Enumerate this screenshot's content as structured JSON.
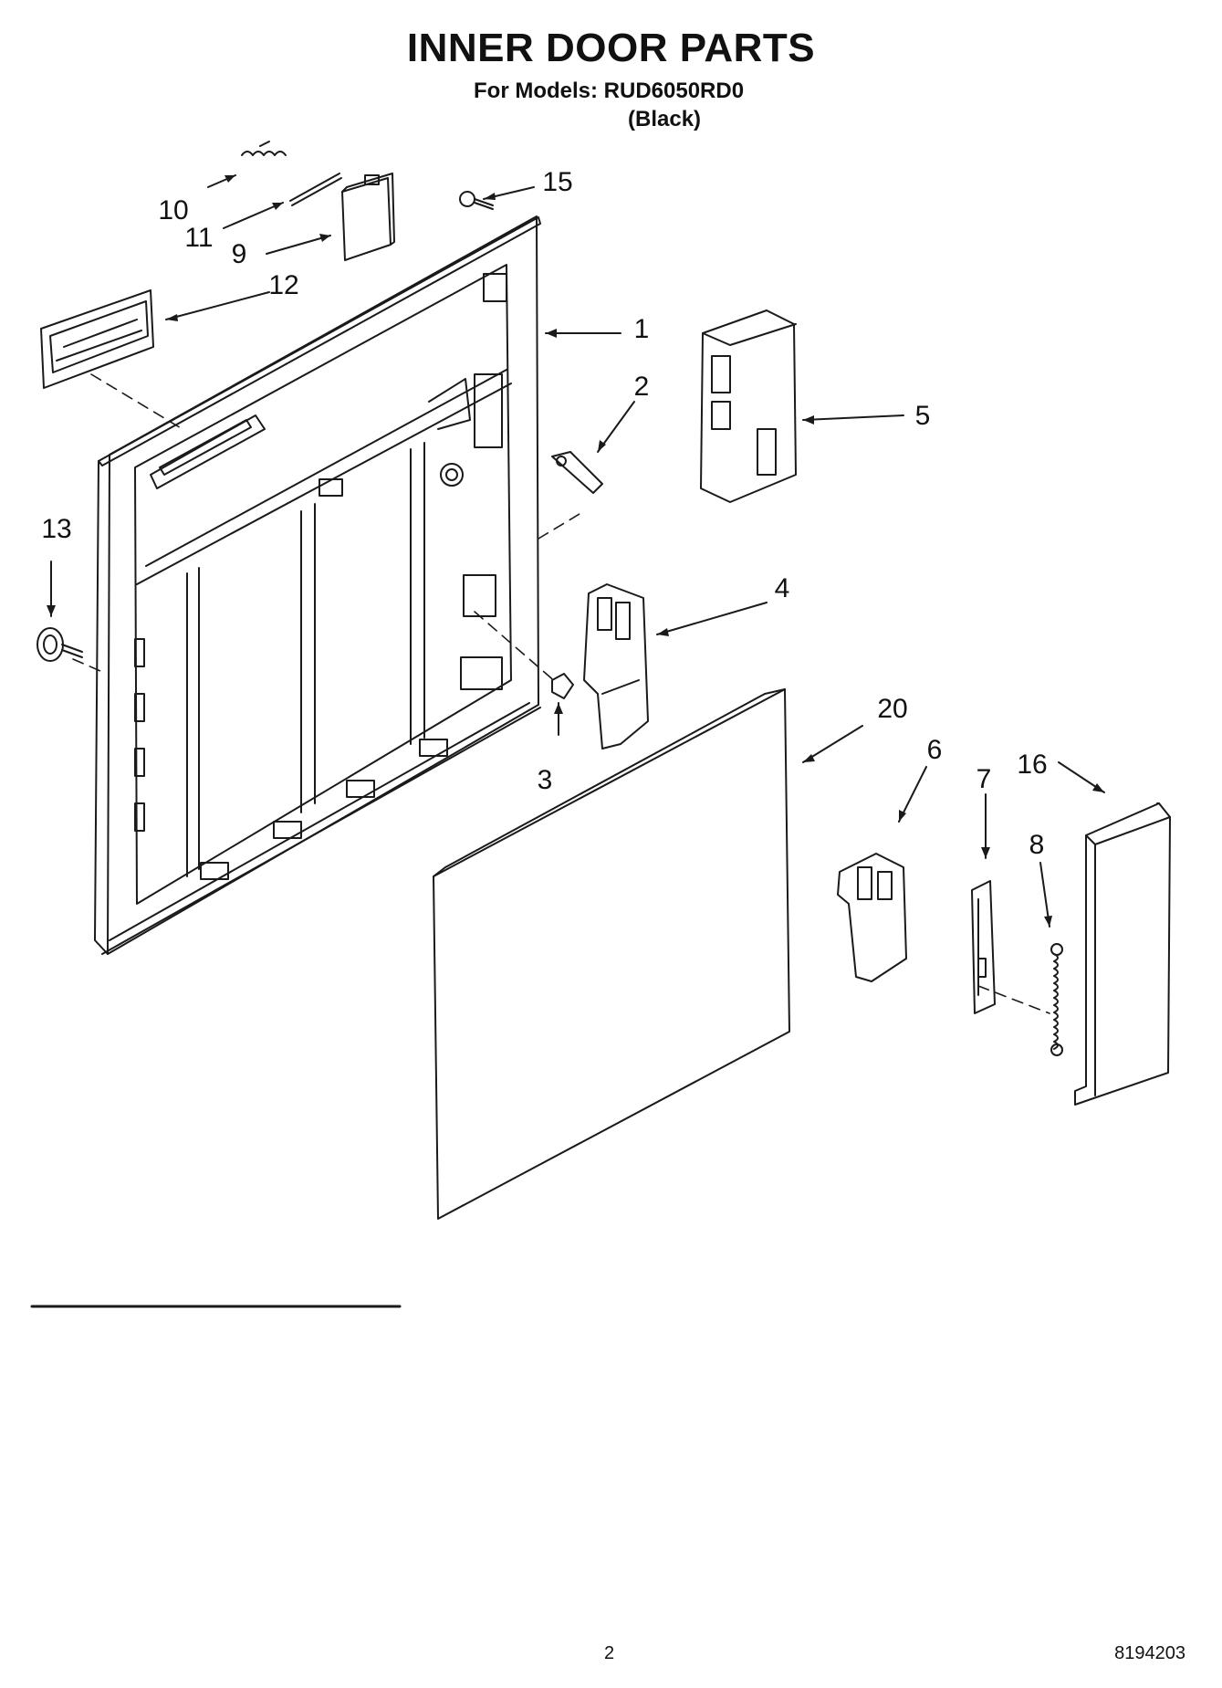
{
  "header": {
    "title": "INNER DOOR PARTS",
    "models_line": "For Models: RUD6050RD0",
    "color_line": "(Black)"
  },
  "callouts": {
    "c1": "1",
    "c2": "2",
    "c3": "3",
    "c4": "4",
    "c5": "5",
    "c6": "6",
    "c7": "7",
    "c8": "8",
    "c9": "9",
    "c10": "10",
    "c11": "11",
    "c12": "12",
    "c13": "13",
    "c15": "15",
    "c16": "16",
    "c20": "20"
  },
  "footer": {
    "page_number": "2",
    "doc_number": "8194203"
  },
  "colors": {
    "line": "#1a1a1a",
    "background": "#ffffff"
  }
}
